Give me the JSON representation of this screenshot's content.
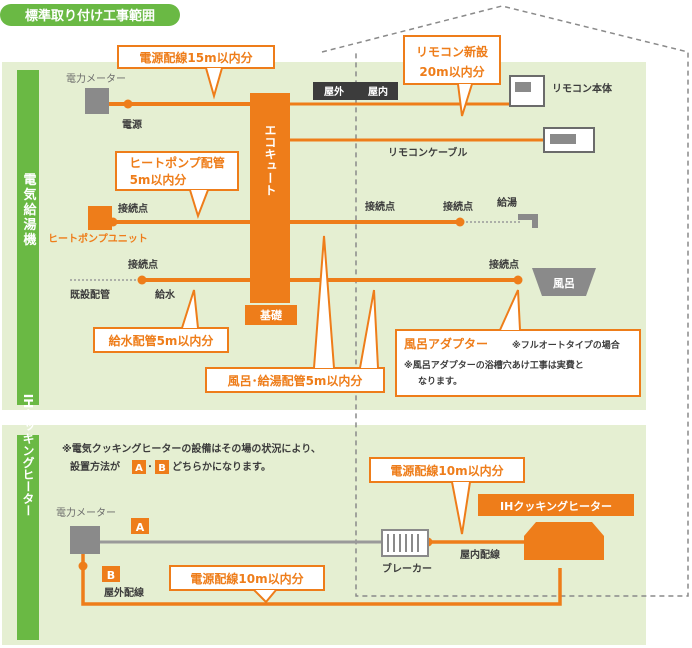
{
  "colors": {
    "orange": "#ee7d1a",
    "green": "#6ab944",
    "light_green": "#e5efd2",
    "gray": "#8a8a8a",
    "dark": "#3c3c3c"
  },
  "header": {
    "title": "標準取り付け工事範囲"
  },
  "ecocute": {
    "side_label": "電気給湯機",
    "unit_label": "エコキュート",
    "base_label": "基礎",
    "meter_label": "電力メーター",
    "power_label": "電源",
    "heatpump_label": "ヒートポンプユニット",
    "existing_pipe_label": "既設配管",
    "water_label": "給水",
    "hot_water_label": "給湯",
    "connection_label": "接続点",
    "bath_label": "風呂",
    "outside_label": "屋外",
    "inside_label": "屋内",
    "remote_label": "リモコン本体",
    "remote_cable_label": "リモコンケーブル",
    "callouts": {
      "power_wiring": "電源配線15m以内分",
      "remote_new_line1": "リモコン新設",
      "remote_new_line2": "20m以内分",
      "heatpump_pipe_line1": "ヒートポンプ配管",
      "heatpump_pipe_line2": "5m以内分",
      "water_pipe": "給水配管5m以内分",
      "bath_pipe": "風呂･給湯配管5m以内分",
      "bath_adapter_title": "風呂アダプター",
      "bath_adapter_note": "※フルオートタイプの場合",
      "bath_adapter_cost_line1": "※風呂アダプターの浴槽穴あけ工事は実費と",
      "bath_adapter_cost_line2": "なります。"
    }
  },
  "ih": {
    "side_label": "IHクッキングヒーター",
    "note_line1": "※電気クッキングヒーターの設備はその場の状況により、",
    "note_line2_prefix": "設置方法が",
    "note_option_a": "A",
    "note_dot": "･",
    "note_option_b": "B",
    "note_line2_suffix": "どちらかになります。",
    "meter_label": "電力メーター",
    "route_a": "A",
    "route_b": "B",
    "outdoor_wiring_label": "屋外配線",
    "indoor_wiring_label": "屋内配線",
    "breaker_label": "ブレーカー",
    "heater_label": "IHクッキングヒーター",
    "callout_power_top": "電源配線10m以内分",
    "callout_power_bottom": "電源配線10m以内分"
  }
}
